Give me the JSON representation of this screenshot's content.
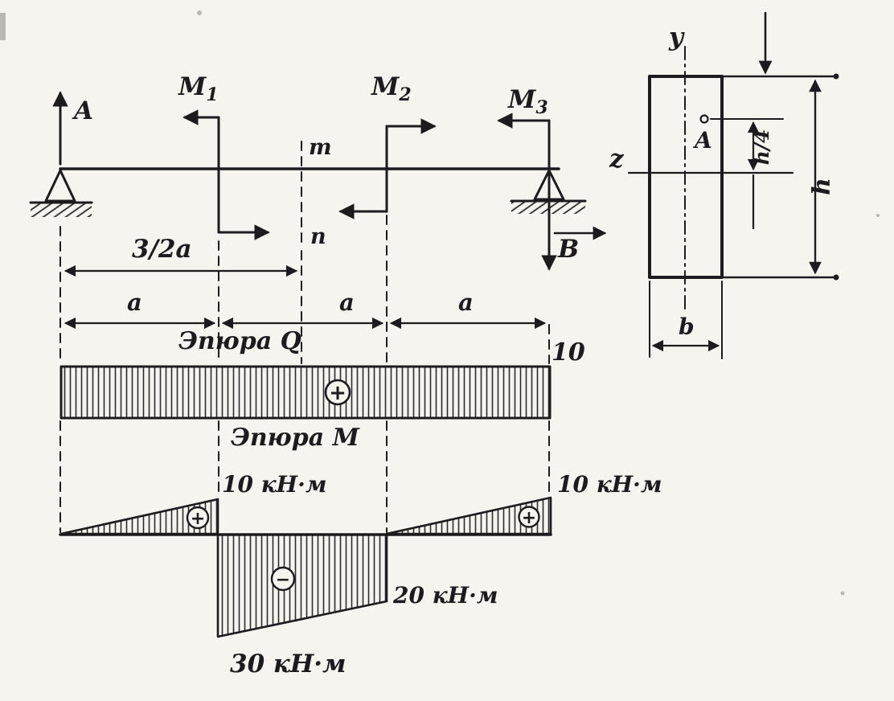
{
  "page": {
    "background": "#f6f4ee",
    "ink": "#1c1c1e"
  },
  "beam": {
    "reaction_a": "A",
    "reaction_b": "B",
    "moment_1": {
      "base": "M",
      "sub": "1"
    },
    "moment_2": {
      "base": "M",
      "sub": "2"
    },
    "moment_3": {
      "base": "M",
      "sub": "3"
    },
    "section_mark_top": "m",
    "section_mark_bottom": "n",
    "dims": {
      "left_span_mid": "3/2a",
      "a1": "a",
      "a2": "a",
      "a3": "a"
    }
  },
  "shear_diagram": {
    "title": "Эпюра Q",
    "sign": "+",
    "value_right": "10"
  },
  "moment_diagram": {
    "title": "Эпюра M",
    "sign_left": "+",
    "sign_middle": "−",
    "sign_right": "+",
    "value_left_peak": "10 кН·м",
    "value_middle_peak": "30 кН·м",
    "value_middle_right": "20 кН·м",
    "value_right_peak": "10 кН·м"
  },
  "cross_section": {
    "axis_vertical": "y",
    "axis_horizontal": "z",
    "point_label": "A",
    "dim_quarter_height": "h/4",
    "dim_height": "h",
    "dim_width": "b"
  }
}
